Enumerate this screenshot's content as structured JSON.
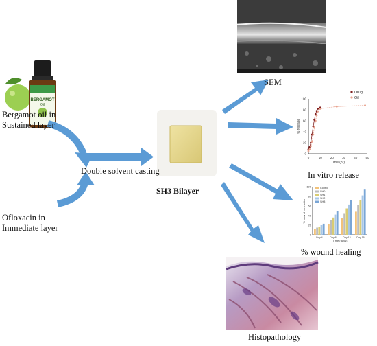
{
  "labels": {
    "bergamot": "Bergamot oil in\nSustained layer",
    "ofloxacin": "Ofloxacin in\nImmediate layer",
    "casting": "Double solvent casting",
    "bilayer": "SH3 Bilayer",
    "sem": "SEM",
    "release": "In vitro release",
    "healing": "% wound healing",
    "histo": "Histopathology"
  },
  "bottle": {
    "brand": "BERGAMOT",
    "sub": "Oil"
  },
  "colors": {
    "arrow": "#5b9bd5",
    "bilayer": "#e6d78c",
    "drug": "#7f1f1f",
    "oil": "#e8a38f"
  },
  "chart_data": [
    {
      "type": "line",
      "title": "",
      "xlabel": "Time (hr)",
      "ylabel": "% release",
      "xlim": [
        0,
        50
      ],
      "ylim": [
        0,
        100
      ],
      "xticks": [
        "0",
        "10",
        "20",
        "30",
        "40",
        "50"
      ],
      "yticks": [
        "0",
        "20",
        "40",
        "60",
        "80",
        "100"
      ],
      "legend": "top-right",
      "series": [
        {
          "name": "Drug",
          "color": "#7f1f1f",
          "points": [
            [
              0,
              8
            ],
            [
              1,
              12
            ],
            [
              2,
              20
            ],
            [
              3,
              35
            ],
            [
              4,
              50
            ],
            [
              5,
              62
            ],
            [
              6,
              72
            ],
            [
              7,
              78
            ],
            [
              8,
              82
            ],
            [
              10,
              84
            ]
          ]
        },
        {
          "name": "Oil",
          "color": "#e8a38f",
          "points": [
            [
              0,
              5
            ],
            [
              1,
              8
            ],
            [
              2,
              14
            ],
            [
              3,
              22
            ],
            [
              4,
              35
            ],
            [
              5,
              48
            ],
            [
              6,
              60
            ],
            [
              7,
              70
            ],
            [
              8,
              77
            ],
            [
              10,
              82
            ],
            [
              24,
              86
            ],
            [
              48,
              88
            ]
          ]
        }
      ]
    },
    {
      "type": "bar",
      "title": "",
      "xlabel": "Time (days)",
      "ylabel": "% wound contraction",
      "ylim": [
        0,
        100
      ],
      "yticks": [
        "0",
        "20",
        "40",
        "60",
        "80",
        "100"
      ],
      "legend": "top-left",
      "categories": [
        "Day 4",
        "Day 8",
        "Day 12",
        "Day 16"
      ],
      "series": [
        {
          "name": "Control",
          "color": "#f2c27a",
          "values": [
            12,
            22,
            35,
            48
          ]
        },
        {
          "name": "SH0",
          "color": "#bdbdbd",
          "values": [
            15,
            30,
            45,
            62
          ]
        },
        {
          "name": "SH1",
          "color": "#d9cc73",
          "values": [
            17,
            36,
            55,
            72
          ]
        },
        {
          "name": "SH2",
          "color": "#a7c7e7",
          "values": [
            20,
            42,
            63,
            82
          ]
        },
        {
          "name": "SH3",
          "color": "#7aa6d6",
          "values": [
            23,
            50,
            72,
            94
          ]
        }
      ]
    }
  ]
}
